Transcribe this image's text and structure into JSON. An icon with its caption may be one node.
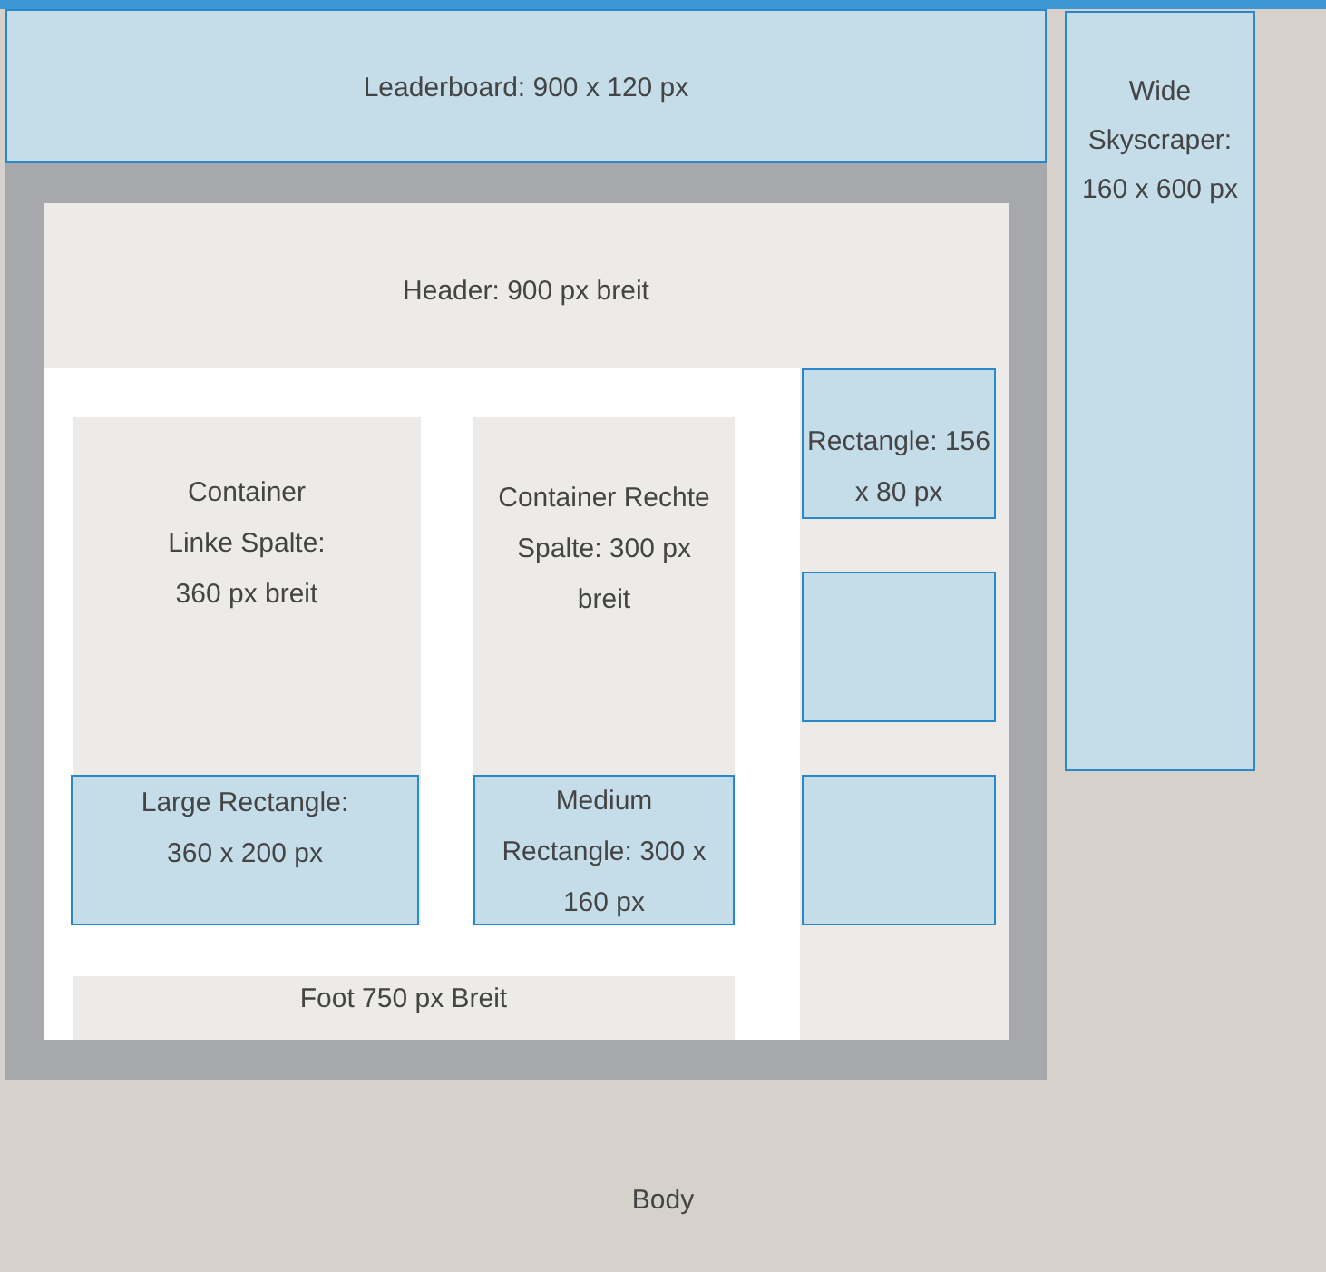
{
  "diagram": {
    "nodes": [
      {
        "text": [
          "Body"
        ]
      },
      {
        "text": [
          "Leaderboard: 900 x 120 px"
        ]
      },
      {
        "text": [
          "Wide Skyscraper: 160 x 600 px"
        ]
      },
      {
        "text": [],
        "shape": "box"
      },
      {
        "text": [],
        "shape": "box",
        "in": 3
      },
      {
        "text": [
          "Header: 900 px breit"
        ],
        "in": 4
      },
      {
        "text": [
          "Container Linke Spalte: 360 px breit"
        ],
        "in": 4
      },
      {
        "text": [
          "Large Rectangle: 360 x 200 px"
        ],
        "in": 6
      },
      {
        "text": [
          "Container Rechte Spalte: 300 px breit"
        ],
        "in": 4
      },
      {
        "text": [
          "Medium Rectangle: 300 x 160 px"
        ],
        "in": 8
      },
      {
        "text": [],
        "shape": "box",
        "in": 4
      },
      {
        "text": [
          "Rectangle: 156 x 80 px"
        ],
        "in": 10
      },
      {
        "text": [],
        "shape": "box",
        "in": 10
      },
      {
        "text": [],
        "shape": "box",
        "in": 10
      },
      {
        "text": [
          "Foot 750 px Breit"
        ],
        "in": 4
      }
    ]
  }
}
